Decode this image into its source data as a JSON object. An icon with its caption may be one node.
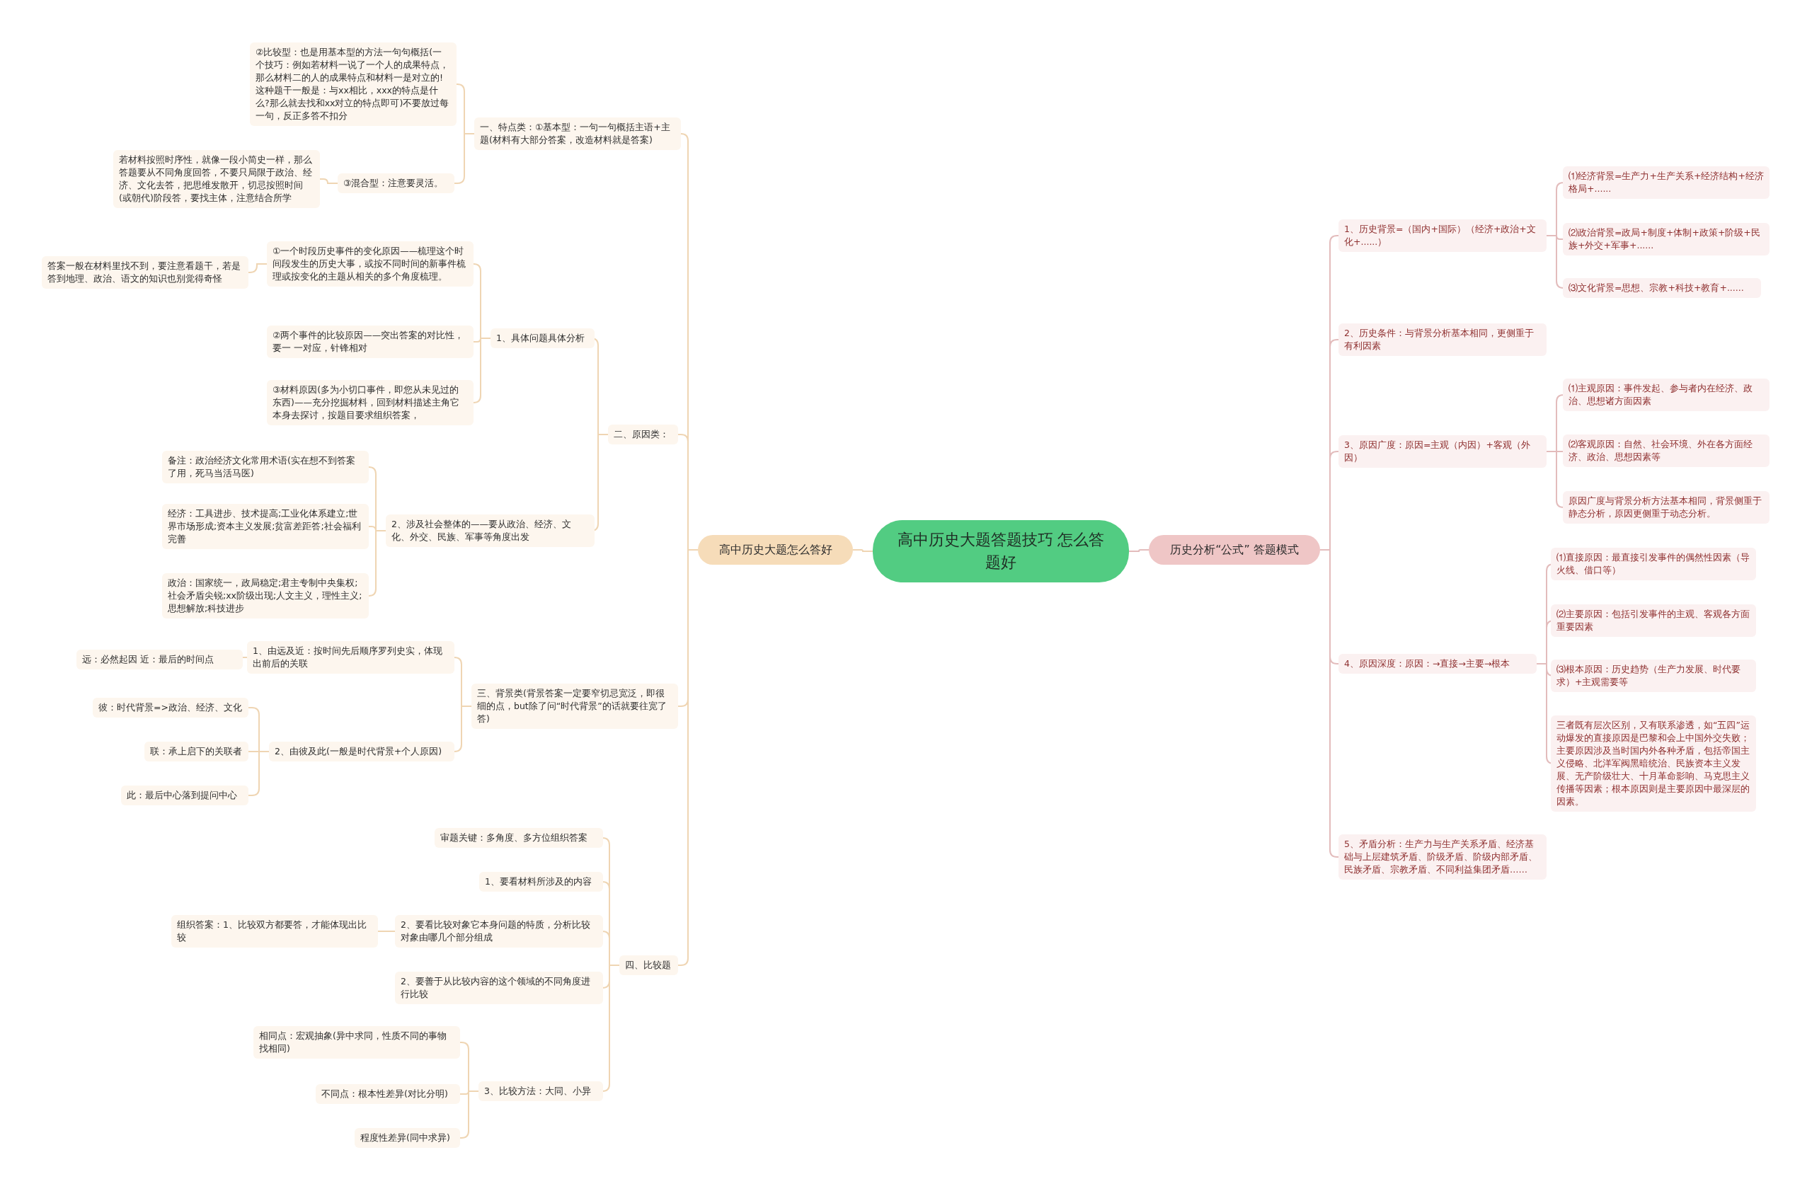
{
  "diagram": {
    "nodes": [
      {
        "text": [
          "高中历史大题答题技巧 怎么答题好"
        ]
      },
      {
        "text": [
          "高中历史大题怎么答好"
        ]
      },
      {
        "text": [
          "历史分析“公式” 答题模式"
        ]
      },
      {
        "text": [
          "一、特点类：①基本型：一句一句概括主语+主题(材料有大部分答案，改造材料就是答案)"
        ]
      },
      {
        "text": [
          "②比较型：也是用基本型的方法一句句概括(一个技巧：例如若材料一说了一个人的成果特点，那么材料二的人的成果特点和材料一是对立的!这种题干一般是：与xx相比，xxx的特点是什么?那么就去找和xx对立的特点即可)不要放过每一句，反正多答不扣分"
        ]
      },
      {
        "text": [
          "③混合型：注意要灵活。"
        ]
      },
      {
        "text": [
          "若材料按照时序性，就像一段小简史一样，那么答题要从不同角度回答，不要只局限于政治、经济、文化去答，把思维发散开，切忌按照时间(或朝代)阶段答，要找主体，注意结合所学"
        ]
      },
      {
        "text": [
          "二、原因类："
        ]
      },
      {
        "text": [
          "1、具体问题具体分析"
        ]
      },
      {
        "text": [
          "①一个时段历史事件的变化原因——梳理这个时间段发生的历史大事，或按不同时间的新事件梳理或按变化的主题从相关的多个角度梳理。"
        ]
      },
      {
        "text": [
          "答案一般在材料里找不到，要注意看题干，若是答到地理、政治、语文的知识也别觉得奇怪"
        ]
      },
      {
        "text": [
          "②两个事件的比较原因——突出答案的对比性，要一 一对应，针锋相对"
        ]
      },
      {
        "text": [
          "③材料原因(多为小切口事件，即您从未见过的东西)——充分挖掘材料，回到材料描述主角它本身去探讨，按题目要求组织答案，"
        ]
      },
      {
        "text": [
          "2、涉及社会整体的——要从政治、经济、文化、外交、民族、军事等角度出发"
        ]
      },
      {
        "text": [
          "备注：政治经济文化常用术语(实在想不到答案了用，死马当活马医)"
        ]
      },
      {
        "text": [
          "经济：工具进步、技术提高;工业化体系建立;世界市场形成;资本主义发展;贫富差距答;社会福利完善"
        ]
      },
      {
        "text": [
          "政治：国家统一，政局稳定;君主专制中央集权;社会矛盾尖锐;xx阶级出现;人文主义，理性主义;思想解放;科技进步"
        ]
      },
      {
        "text": [
          "三、背景类(背景答案一定要窄切忌宽泛，即很细的点，but除了问“时代背景”的话就要往宽了答)"
        ]
      },
      {
        "text": [
          "1、由远及近：按时间先后顺序罗列史实，体现出前后的关联"
        ]
      },
      {
        "text": [
          "远：必然起因 近：最后的时间点"
        ]
      },
      {
        "text": [
          "2、由彼及此(一般是时代背景+个人原因)"
        ]
      },
      {
        "text": [
          "彼：时代背景=>政治、经济、文化"
        ]
      },
      {
        "text": [
          "联：承上启下的关联者"
        ]
      },
      {
        "text": [
          "此：最后中心落到提问中心"
        ]
      },
      {
        "text": [
          "四、比较题"
        ]
      },
      {
        "text": [
          "审题关键：多角度、多方位组织答案"
        ]
      },
      {
        "text": [
          "1、要看材料所涉及的内容"
        ]
      },
      {
        "text": [
          "2、要看比较对象它本身问题的特质，分析比较对象由哪几个部分组成"
        ]
      },
      {
        "text": [
          "组织答案：1、比较双方都要答，才能体现出比较"
        ]
      },
      {
        "text": [
          "2、要善于从比较内容的这个领域的不同角度进行比较"
        ]
      },
      {
        "text": [
          "3、比较方法：大同、小异"
        ]
      },
      {
        "text": [
          "相同点：宏观抽象(异中求同，性质不同的事物找相同)"
        ]
      },
      {
        "text": [
          "不同点：根本性差异(对比分明)"
        ]
      },
      {
        "text": [
          "程度性差异(同中求异)"
        ]
      },
      {
        "text": [
          "1、历史背景=（国内+国际）（经济+政治+文化+......）"
        ]
      },
      {
        "text": [
          "⑴经济背景=生产力+生产关系+经济结构+经济格局+......"
        ]
      },
      {
        "text": [
          "⑵政治背景=政局+制度+体制+政策+阶级+民族+外交+军事+......"
        ]
      },
      {
        "text": [
          "⑶文化背景=思想、宗教+科技+教育+......"
        ]
      },
      {
        "text": [
          "2、历史条件：与背景分析基本相同，更侧重于有利因素"
        ]
      },
      {
        "text": [
          "3、原因广度：原因=主观（内因）+客观（外因）"
        ]
      },
      {
        "text": [
          "⑴主观原因：事件发起、参与者内在经济、政治、思想诸方面因素"
        ]
      },
      {
        "text": [
          "⑵客观原因：自然、社会环境、外在各方面经济、政治、思想因素等"
        ]
      },
      {
        "text": [
          "原因广度与背景分析方法基本相同，背景侧重于静态分析，原因更侧重于动态分析。"
        ]
      },
      {
        "text": [
          "4、原因深度：原因：→直接→主要→根本"
        ]
      },
      {
        "text": [
          "⑴直接原因：最直接引发事件的偶然性因素（导火线、借口等）"
        ]
      },
      {
        "text": [
          "⑵主要原因：包括引发事件的主观、客观各方面重要因素"
        ]
      },
      {
        "text": [
          "⑶根本原因：历史趋势（生产力发展、时代要求）+主观需要等"
        ]
      },
      {
        "text": [
          "三者既有层次区别，又有联系渗透，如“五四”运动爆发的直接原因是巴黎和会上中国外交失败；主要原因涉及当时国内外各种矛盾，包括帝国主义侵略、北洋军阀黑暗统治、民族资本主义发展、无产阶级壮大、十月革命影响、马克思主义传播等因素；根本原因则是主要原因中最深层的因素。"
        ]
      },
      {
        "text": [
          "5、矛盾分析：生产力与生产关系矛盾、经济基础与上层建筑矛盾、阶级矛盾、阶级内部矛盾、民族矛盾、宗教矛盾、不同利益集团矛盾……"
        ]
      }
    ],
    "edges": [
      {
        "from": 0,
        "to": 1,
        "arrow": "none"
      },
      {
        "from": 0,
        "to": 2,
        "arrow": "none",
        "color": "#e3bcbc"
      },
      {
        "from": 1,
        "to": 3,
        "arrow": "none"
      },
      {
        "from": 3,
        "to": 4,
        "arrow": "none"
      },
      {
        "from": 3,
        "to": 5,
        "arrow": "none"
      },
      {
        "from": 5,
        "to": 6,
        "arrow": "none"
      },
      {
        "from": 1,
        "to": 7,
        "arrow": "none"
      },
      {
        "from": 7,
        "to": 8,
        "arrow": "none"
      },
      {
        "from": 8,
        "to": 9,
        "arrow": "none"
      },
      {
        "from": 9,
        "to": 10,
        "arrow": "none"
      },
      {
        "from": 8,
        "to": 11,
        "arrow": "none"
      },
      {
        "from": 8,
        "to": 12,
        "arrow": "none"
      },
      {
        "from": 7,
        "to": 13,
        "arrow": "none"
      },
      {
        "from": 13,
        "to": 14,
        "arrow": "none"
      },
      {
        "from": 13,
        "to": 15,
        "arrow": "none"
      },
      {
        "from": 13,
        "to": 16,
        "arrow": "none"
      },
      {
        "from": 1,
        "to": 17,
        "arrow": "none"
      },
      {
        "from": 17,
        "to": 18,
        "arrow": "none"
      },
      {
        "from": 18,
        "to": 19,
        "arrow": "none"
      },
      {
        "from": 17,
        "to": 20,
        "arrow": "none"
      },
      {
        "from": 20,
        "to": 21,
        "arrow": "none"
      },
      {
        "from": 20,
        "to": 22,
        "arrow": "none"
      },
      {
        "from": 20,
        "to": 23,
        "arrow": "none"
      },
      {
        "from": 1,
        "to": 24,
        "arrow": "none"
      },
      {
        "from": 24,
        "to": 25,
        "arrow": "none"
      },
      {
        "from": 24,
        "to": 26,
        "arrow": "none"
      },
      {
        "from": 24,
        "to": 27,
        "arrow": "none"
      },
      {
        "from": 27,
        "to": 28,
        "arrow": "none"
      },
      {
        "from": 24,
        "to": 29,
        "arrow": "none"
      },
      {
        "from": 24,
        "to": 30,
        "arrow": "none"
      },
      {
        "from": 30,
        "to": 31,
        "arrow": "none"
      },
      {
        "from": 30,
        "to": 32,
        "arrow": "none"
      },
      {
        "from": 30,
        "to": 33,
        "arrow": "none"
      },
      {
        "from": 2,
        "to": 34,
        "arrow": "none",
        "color": "#e3bcbc"
      },
      {
        "from": 34,
        "to": 35,
        "arrow": "none",
        "color": "#e3bcbc"
      },
      {
        "from": 34,
        "to": 36,
        "arrow": "none",
        "color": "#e3bcbc"
      },
      {
        "from": 34,
        "to": 37,
        "arrow": "none",
        "color": "#e3bcbc"
      },
      {
        "from": 2,
        "to": 38,
        "arrow": "none",
        "color": "#e3bcbc"
      },
      {
        "from": 2,
        "to": 39,
        "arrow": "none",
        "color": "#e3bcbc"
      },
      {
        "from": 39,
        "to": 40,
        "arrow": "none",
        "color": "#e3bcbc"
      },
      {
        "from": 39,
        "to": 41,
        "arrow": "none",
        "color": "#e3bcbc"
      },
      {
        "from": 39,
        "to": 42,
        "arrow": "none",
        "color": "#e3bcbc"
      },
      {
        "from": 2,
        "to": 43,
        "arrow": "none",
        "color": "#e3bcbc"
      },
      {
        "from": 43,
        "to": 44,
        "arrow": "none",
        "color": "#e3bcbc"
      },
      {
        "from": 43,
        "to": 45,
        "arrow": "none",
        "color": "#e3bcbc"
      },
      {
        "from": 43,
        "to": 46,
        "arrow": "none",
        "color": "#e3bcbc"
      },
      {
        "from": 43,
        "to": 47,
        "arrow": "none",
        "color": "#e3bcbc"
      },
      {
        "from": 2,
        "to": 48,
        "arrow": "none",
        "color": "#e3bcbc"
      }
    ]
  }
}
